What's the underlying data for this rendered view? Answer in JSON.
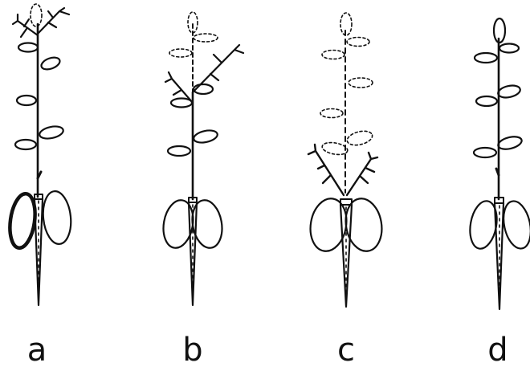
{
  "diagram": {
    "panels": [
      {
        "id": "a",
        "label": "a"
      },
      {
        "id": "b",
        "label": "b"
      },
      {
        "id": "c",
        "label": "c"
      },
      {
        "id": "d",
        "label": "d"
      }
    ]
  },
  "colors": {
    "ink": "#111111",
    "background": "#ffffff"
  }
}
